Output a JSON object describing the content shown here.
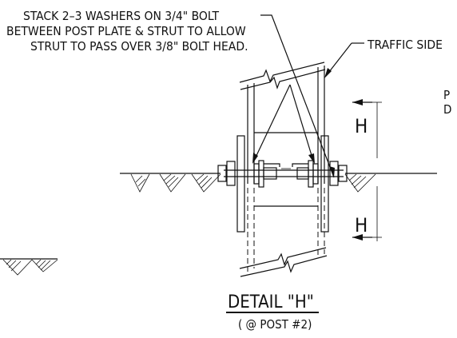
{
  "note": {
    "line1": "STACK 2–3 WASHERS ON 3/4\" BOLT",
    "line2": "BETWEEN POST PLATE & STRUT TO ALLOW",
    "line3": "STRUT TO PASS OVER 3/8\" BOLT HEAD."
  },
  "traffic_side_label": "TRAFFIC SIDE",
  "dimension_top_label": "H",
  "dimension_bottom_label": "H",
  "cut_off_text": {
    "line1": "P",
    "line2": "D"
  },
  "detail": {
    "title": "DETAIL \"H\"",
    "subtitle": "( @ POST #2)"
  }
}
